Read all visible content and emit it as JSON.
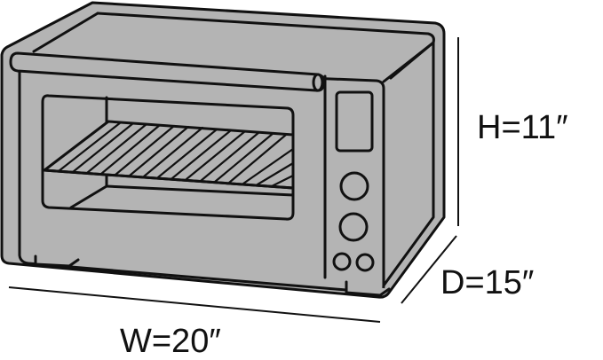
{
  "diagram": {
    "subject": "Toaster oven dimension diagram",
    "colors": {
      "body": "#b4b4b4",
      "outline": "#111111",
      "background": "#ffffff"
    },
    "dimensions": {
      "height": "H=11″",
      "depth": "D=15″",
      "width": "W=20″"
    }
  }
}
